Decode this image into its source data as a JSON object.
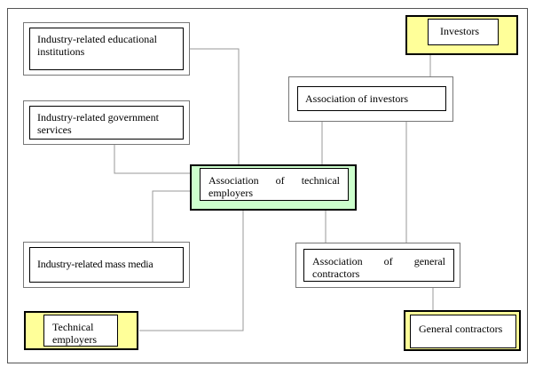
{
  "boxes": {
    "edu_institutions": "Industry-related educational institutions",
    "gov_services": "Industry-related government services",
    "mass_media": "Industry-related mass media",
    "technical_employers": "Technical employers",
    "investors": "Investors",
    "assoc_investors": "Association of investors",
    "assoc_tech_employers": "Association of technical employers",
    "assoc_general_contractors": "Association of general contractors",
    "general_contractors": "General contractors"
  },
  "colors": {
    "stakeholder_fill": "#ffff99",
    "central_fill": "#ccffcc",
    "connector": "#999999"
  }
}
